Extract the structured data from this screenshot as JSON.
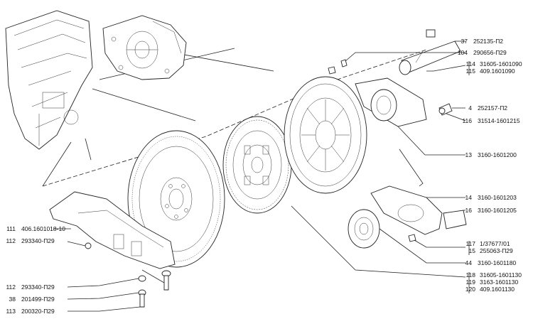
{
  "callouts": [
    {
      "num": "37",
      "code": "252135-П2"
    },
    {
      "num": "104",
      "code": "290656-П29"
    },
    {
      "num": "114",
      "code": "31605-1601090"
    },
    {
      "num": "115",
      "code": "409.1601090"
    },
    {
      "num": "4",
      "code": "252157-П2"
    },
    {
      "num": "116",
      "code": "31514-1601215"
    },
    {
      "num": "13",
      "code": "3160-1601200"
    },
    {
      "num": "14",
      "code": "3160-1601203"
    },
    {
      "num": "16",
      "code": "3160-1601205"
    },
    {
      "num": "117",
      "code": "1/37677/01"
    },
    {
      "num": "15",
      "code": "255063-П29"
    },
    {
      "num": "44",
      "code": "3160-1601180"
    },
    {
      "num": "118",
      "code": "31605-1601130"
    },
    {
      "num": "119",
      "code": "3163-1601130"
    },
    {
      "num": "120",
      "code": "409.1601130"
    },
    {
      "num": "111",
      "code": "406.1601018-10"
    },
    {
      "num": "112",
      "code": "293340-П29"
    },
    {
      "num": "112",
      "code": "293340-П29"
    },
    {
      "num": "38",
      "code": "201499-П29"
    },
    {
      "num": "113",
      "code": "200320-П29"
    }
  ]
}
